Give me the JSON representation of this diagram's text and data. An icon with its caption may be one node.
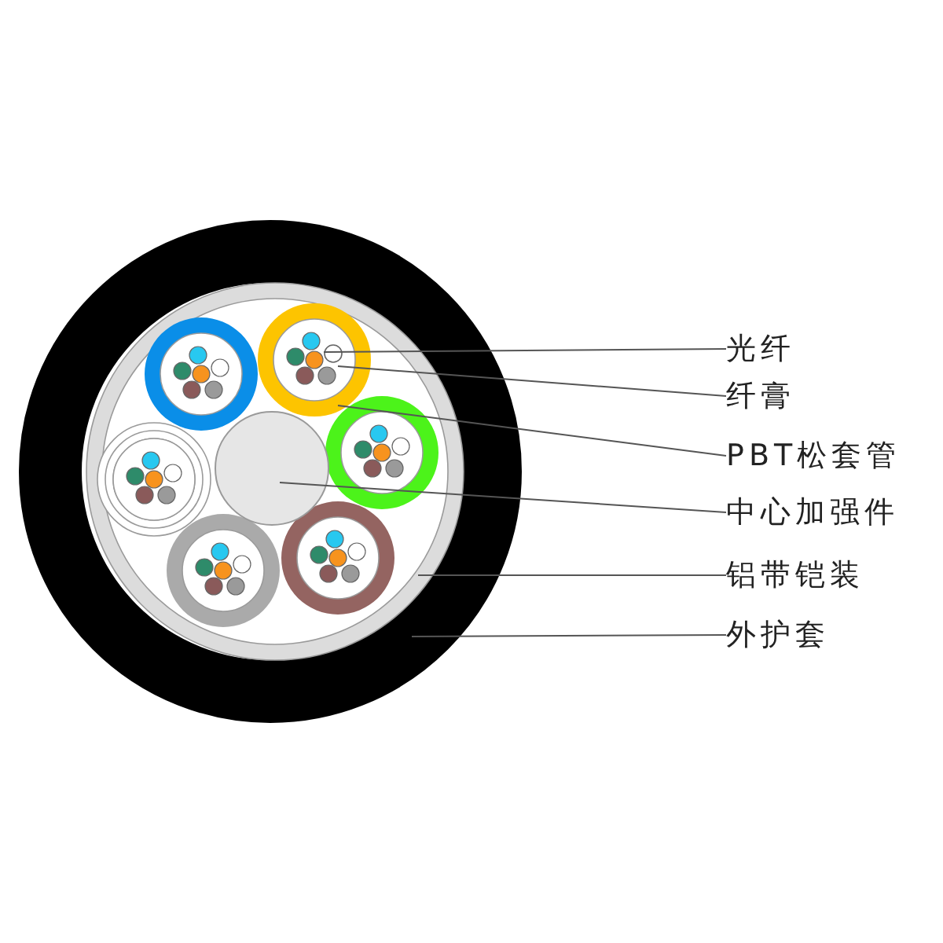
{
  "diagram": {
    "nodes": [
      {
        "text": [
          "光纤"
        ]
      },
      {
        "text": [
          "纤膏"
        ]
      },
      {
        "text": [
          "PBT松套管"
        ]
      },
      {
        "text": [
          "中心加强件"
        ]
      },
      {
        "text": [
          "铝带铠装"
        ]
      },
      {
        "text": [
          "外护套"
        ]
      },
      {
        "text": [],
        "shape": "circle",
        "in": 7
      },
      {
        "text": [],
        "shape": "circle",
        "in": 8
      },
      {
        "text": [],
        "shape": "circle",
        "in": 10
      },
      {
        "text": [],
        "shape": "circle",
        "in": 10
      },
      {
        "text": [],
        "shape": "circle",
        "in": 11
      },
      {
        "text": [],
        "shape": "circle"
      }
    ],
    "edges": [
      {
        "from": 0,
        "to": 6,
        "arrow": "none"
      },
      {
        "from": 1,
        "to": 7,
        "arrow": "none"
      },
      {
        "from": 2,
        "to": 8,
        "arrow": "none"
      },
      {
        "from": 3,
        "to": 9,
        "arrow": "none"
      },
      {
        "from": 4,
        "to": 10,
        "arrow": "none"
      },
      {
        "from": 5,
        "to": 11,
        "arrow": "none"
      }
    ]
  }
}
